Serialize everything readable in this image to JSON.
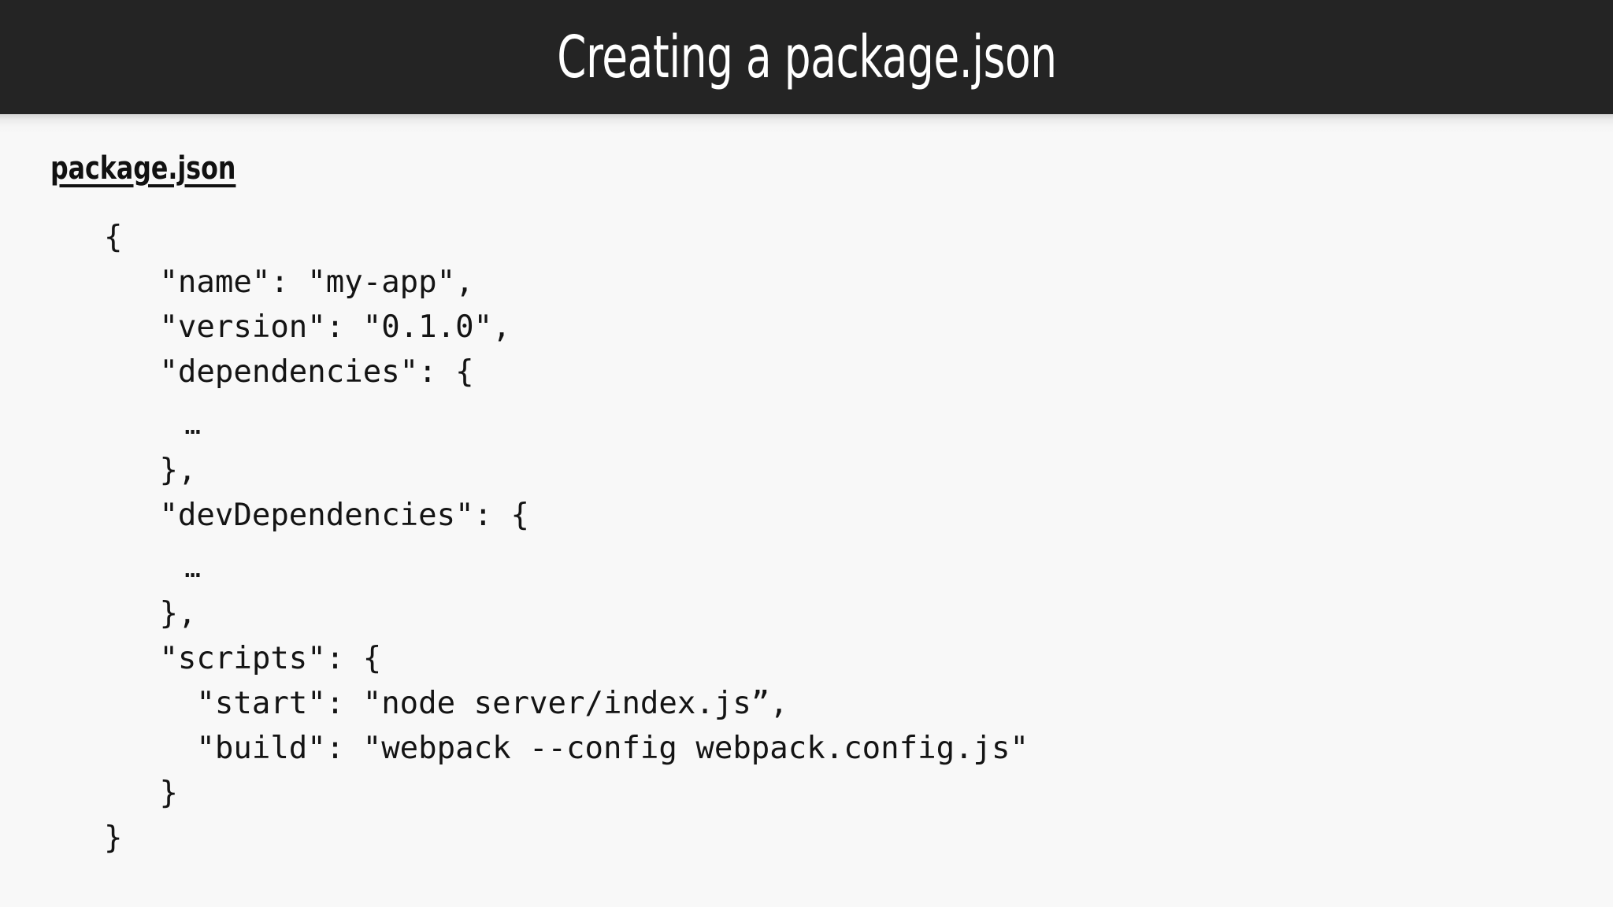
{
  "slide": {
    "title": "Creating a package.json",
    "header_color": "#242424",
    "header_text_color": "#ffffff",
    "background_color": "#f8f8f8",
    "code_text_color": "#141414"
  },
  "file_label": "package.json",
  "code": {
    "language": "json",
    "lines": [
      "{",
      "   \"name\": \"my-app\",",
      "   \"version\": \"0.1.0\",",
      "   \"dependencies\": {",
      "     …",
      "   },",
      "   \"devDependencies\": {",
      "     …",
      "   },",
      "   \"scripts\": {",
      "     \"start\": \"node server/index.js”,",
      "     \"build\": \"webpack --config webpack.config.js\"",
      "   }",
      "}"
    ],
    "line_kinds": [
      "normal",
      "normal",
      "normal",
      "normal",
      "gap",
      "normal",
      "normal",
      "gap",
      "normal",
      "normal",
      "normal",
      "normal",
      "normal",
      "normal"
    ]
  }
}
